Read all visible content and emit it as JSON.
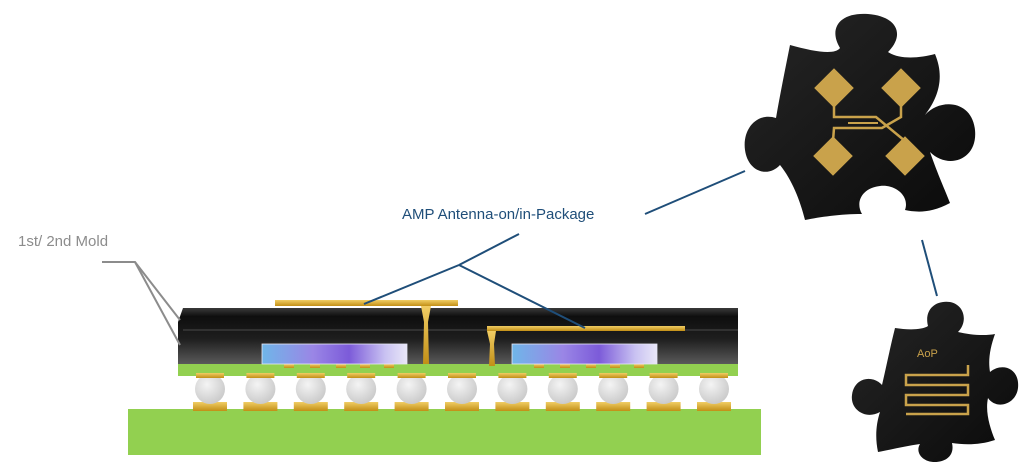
{
  "labels": {
    "mold": "1st/ 2nd Mold",
    "amp": "AMP Antenna-on/in-Package",
    "aop": "AoP"
  },
  "colors": {
    "pcb": "#92d050",
    "mold_dark": "#1b1b1b",
    "gold": "#d9a728",
    "solder_ball": "#d7d7d7",
    "callout_blue": "#1f4e79",
    "callout_gray": "#8c8c8c",
    "puzzle_black": "#111111"
  },
  "icons": {
    "top_puzzle": "puzzle-piece-patch-antenna-icon",
    "bottom_puzzle": "puzzle-piece-aop-antenna-icon"
  }
}
